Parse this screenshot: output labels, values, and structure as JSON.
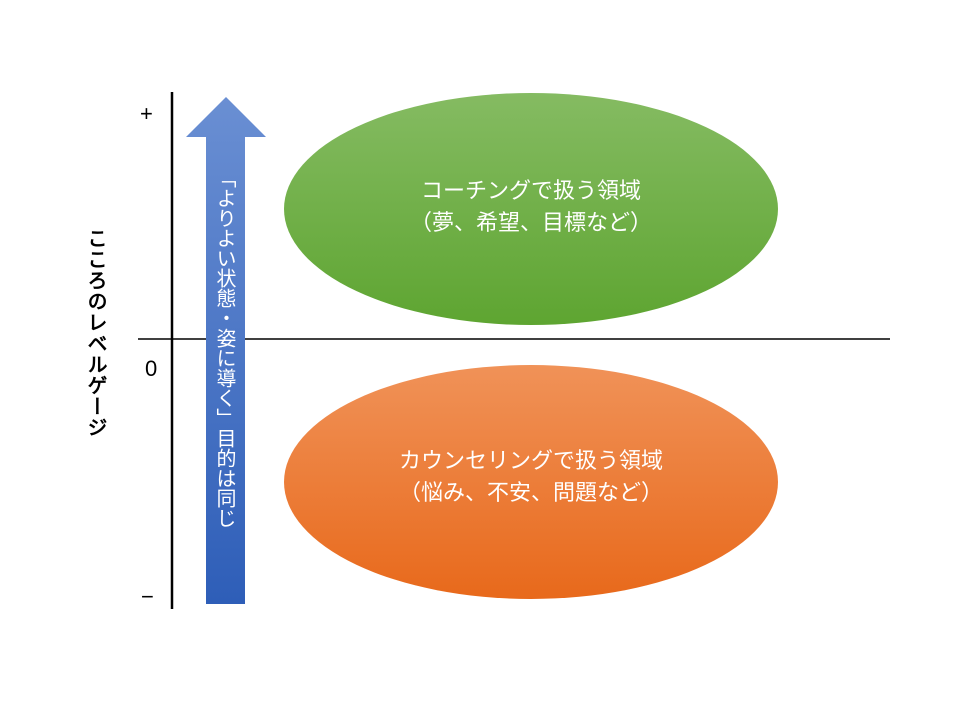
{
  "axis": {
    "label": "こころのレベルゲージ",
    "plus": "+",
    "zero": "0",
    "minus": "−"
  },
  "arrow": {
    "text": "「よりよい状態・姿に導く」目的は同じ",
    "color": "#4472C4"
  },
  "coaching": {
    "title": "コーチングで扱う領域",
    "subtitle": "（夢、希望、目標など）",
    "color": "#70AD47"
  },
  "counseling": {
    "title": "カウンセリングで扱う領域",
    "subtitle": "（悩み、不安、問題など）",
    "color": "#ED7D31"
  }
}
